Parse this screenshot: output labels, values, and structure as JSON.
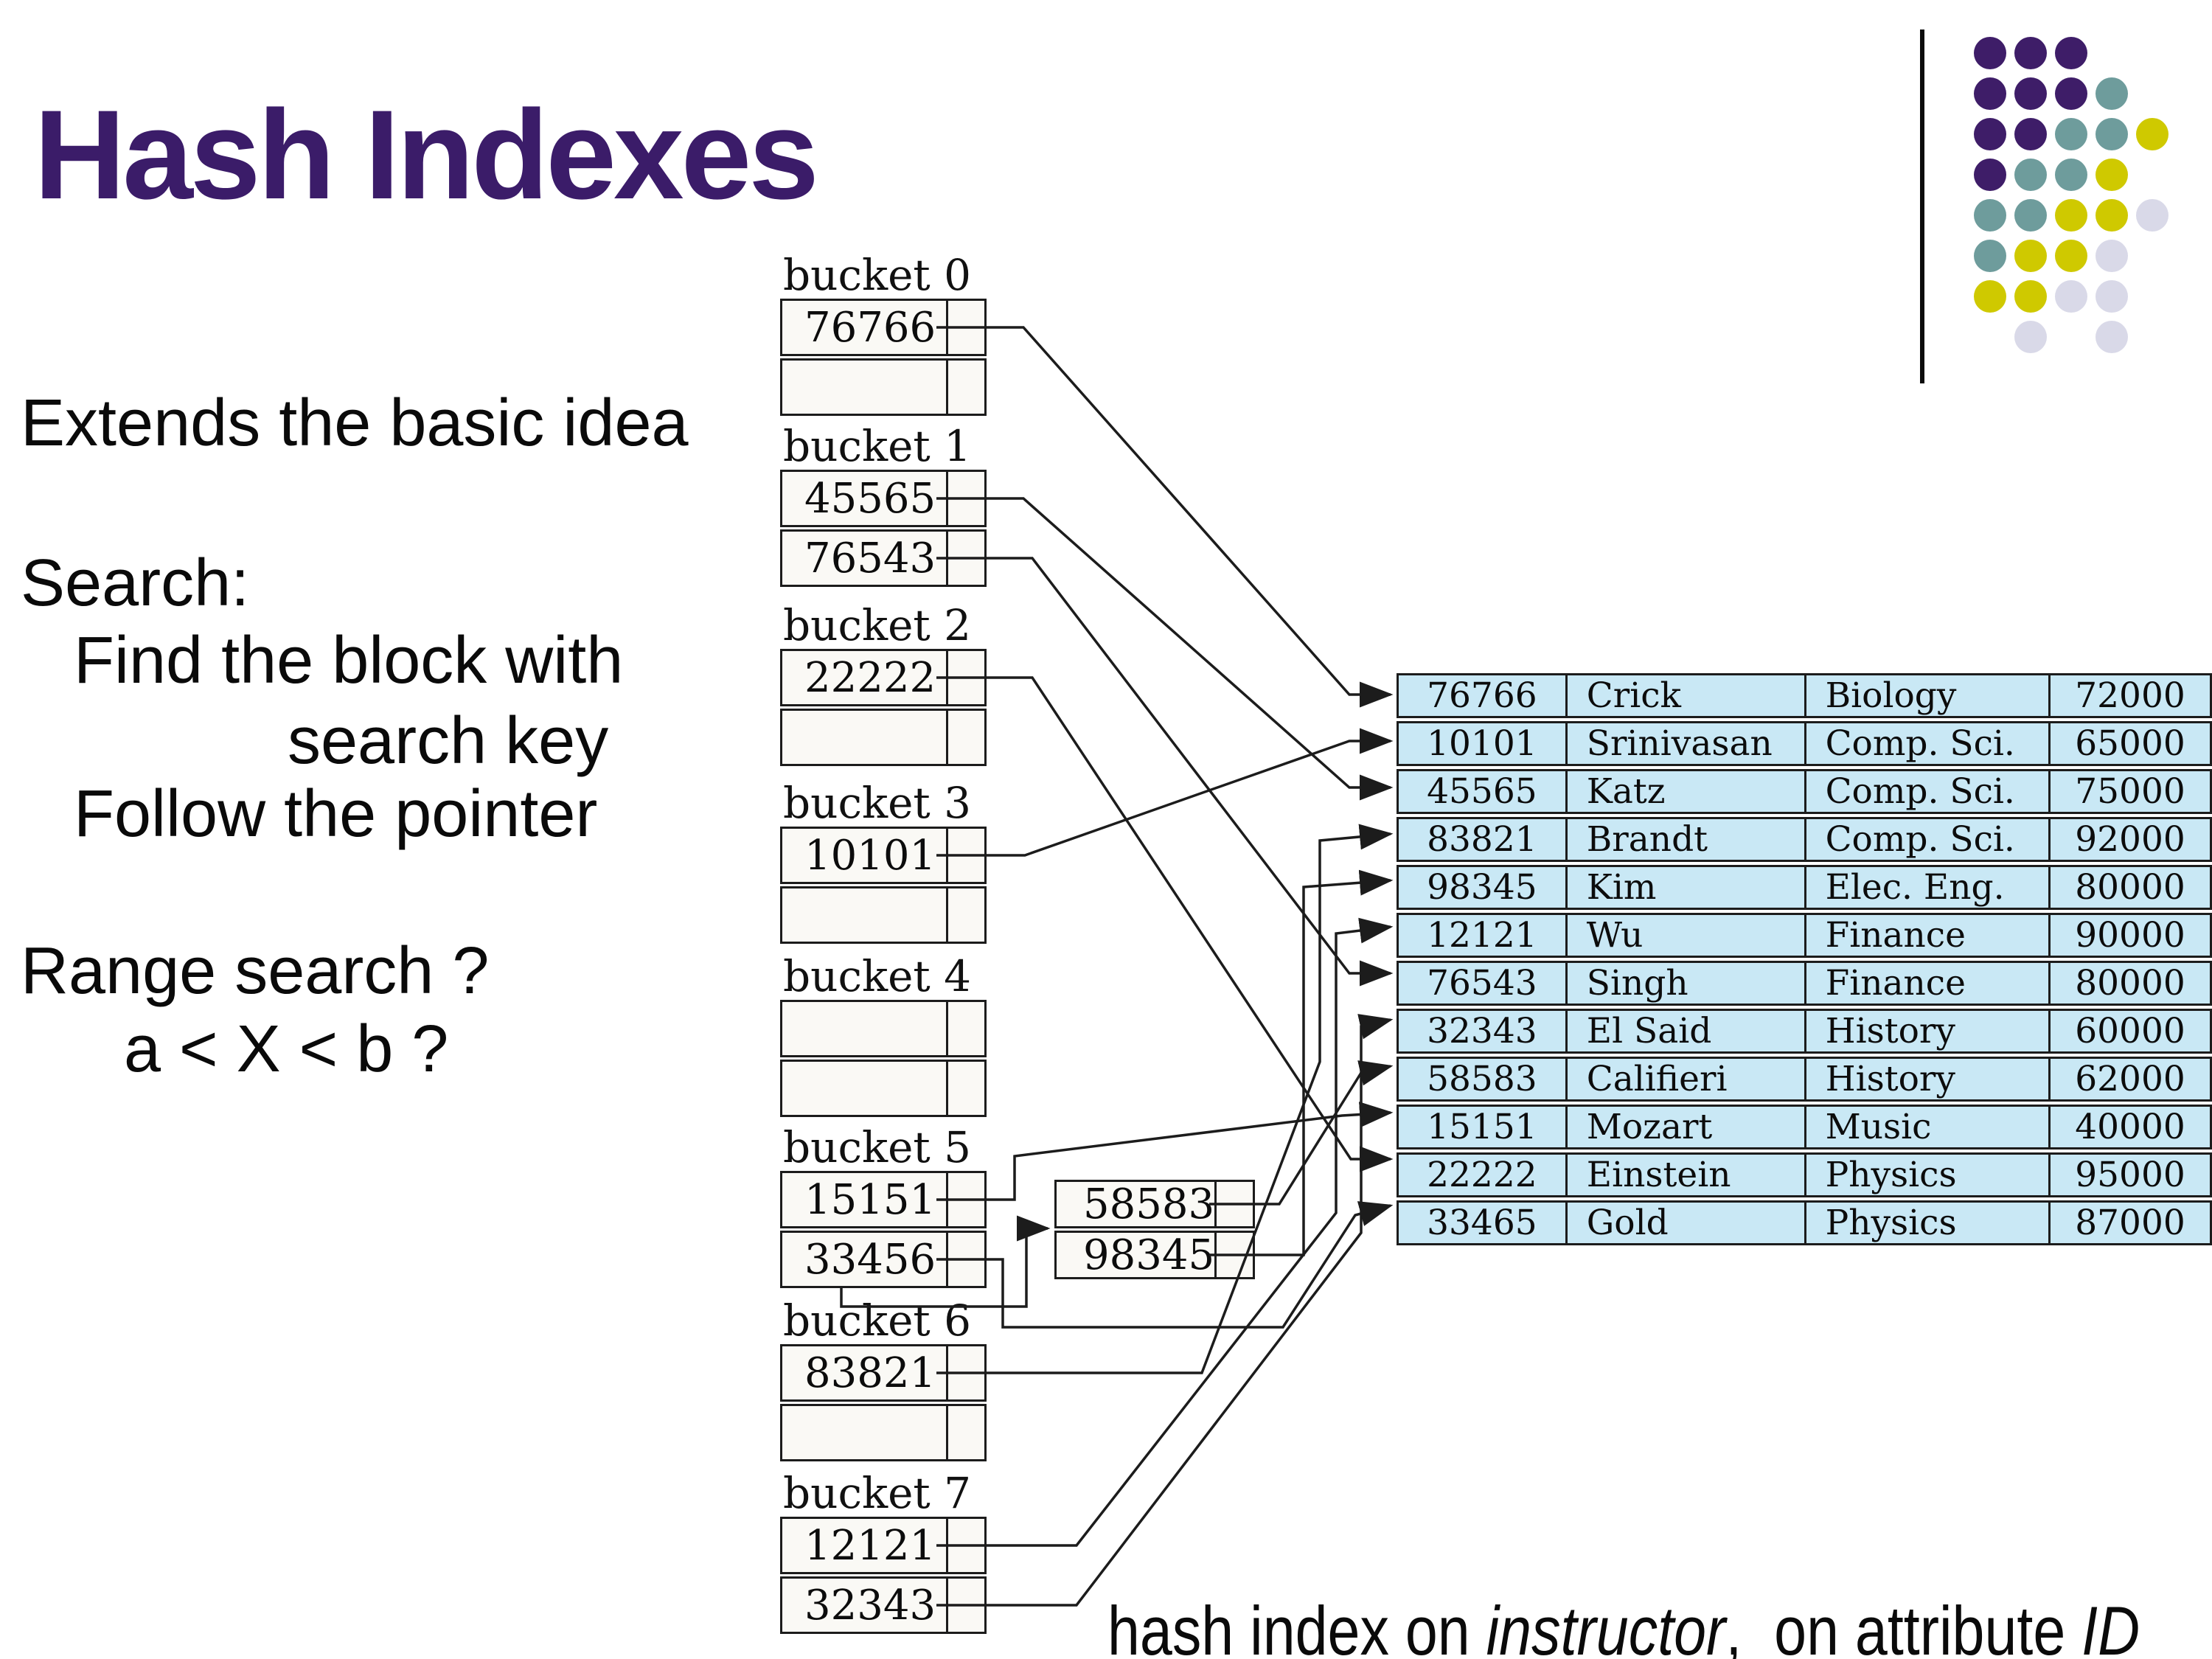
{
  "slide": {
    "title": "Hash Indexes",
    "body": [
      "Extends the basic idea",
      "Search:",
      "Find the block with",
      "search key",
      "Follow the pointer",
      "Range search ?",
      "a < X < b ?"
    ],
    "caption": {
      "pre": "hash index on ",
      "em1": "instructor",
      "mid": ",  on attribute ",
      "em2": "ID"
    }
  },
  "buckets": [
    {
      "label": "bucket 0",
      "rows": [
        "76766",
        ""
      ]
    },
    {
      "label": "bucket 1",
      "rows": [
        "45565",
        "76543"
      ]
    },
    {
      "label": "bucket 2",
      "rows": [
        "22222",
        ""
      ]
    },
    {
      "label": "bucket 3",
      "rows": [
        "10101",
        ""
      ]
    },
    {
      "label": "bucket 4",
      "rows": [
        "",
        ""
      ]
    },
    {
      "label": "bucket 5",
      "rows": [
        "15151",
        "33456"
      ]
    },
    {
      "label": "bucket 6",
      "rows": [
        "83821",
        ""
      ]
    },
    {
      "label": "bucket 7",
      "rows": [
        "12121",
        "32343"
      ]
    }
  ],
  "overflow": {
    "rows": [
      "58583",
      "98345"
    ]
  },
  "table": {
    "rows": [
      [
        "76766",
        "Crick",
        "Biology",
        "72000"
      ],
      [
        "10101",
        "Srinivasan",
        "Comp. Sci.",
        "65000"
      ],
      [
        "45565",
        "Katz",
        "Comp. Sci.",
        "75000"
      ],
      [
        "83821",
        "Brandt",
        "Comp. Sci.",
        "92000"
      ],
      [
        "98345",
        "Kim",
        "Elec. Eng.",
        "80000"
      ],
      [
        "12121",
        "Wu",
        "Finance",
        "90000"
      ],
      [
        "76543",
        "Singh",
        "Finance",
        "80000"
      ],
      [
        "32343",
        "El Said",
        "History",
        "60000"
      ],
      [
        "58583",
        "Califieri",
        "History",
        "62000"
      ],
      [
        "15151",
        "Mozart",
        "Music",
        "40000"
      ],
      [
        "22222",
        "Einstein",
        "Physics",
        "95000"
      ],
      [
        "33465",
        "Gold",
        "Physics",
        "87000"
      ]
    ]
  },
  "colors": {
    "title": "#3b1c69",
    "table_fill": "#c9e8f5",
    "bucket_fill": "#faf9f5",
    "line": "#1c1c1c",
    "dot_purple": "#3e1d68",
    "dot_teal": "#6e9c9c",
    "dot_yellow": "#cfc900",
    "dot_lavender": "#d9d9e8"
  }
}
